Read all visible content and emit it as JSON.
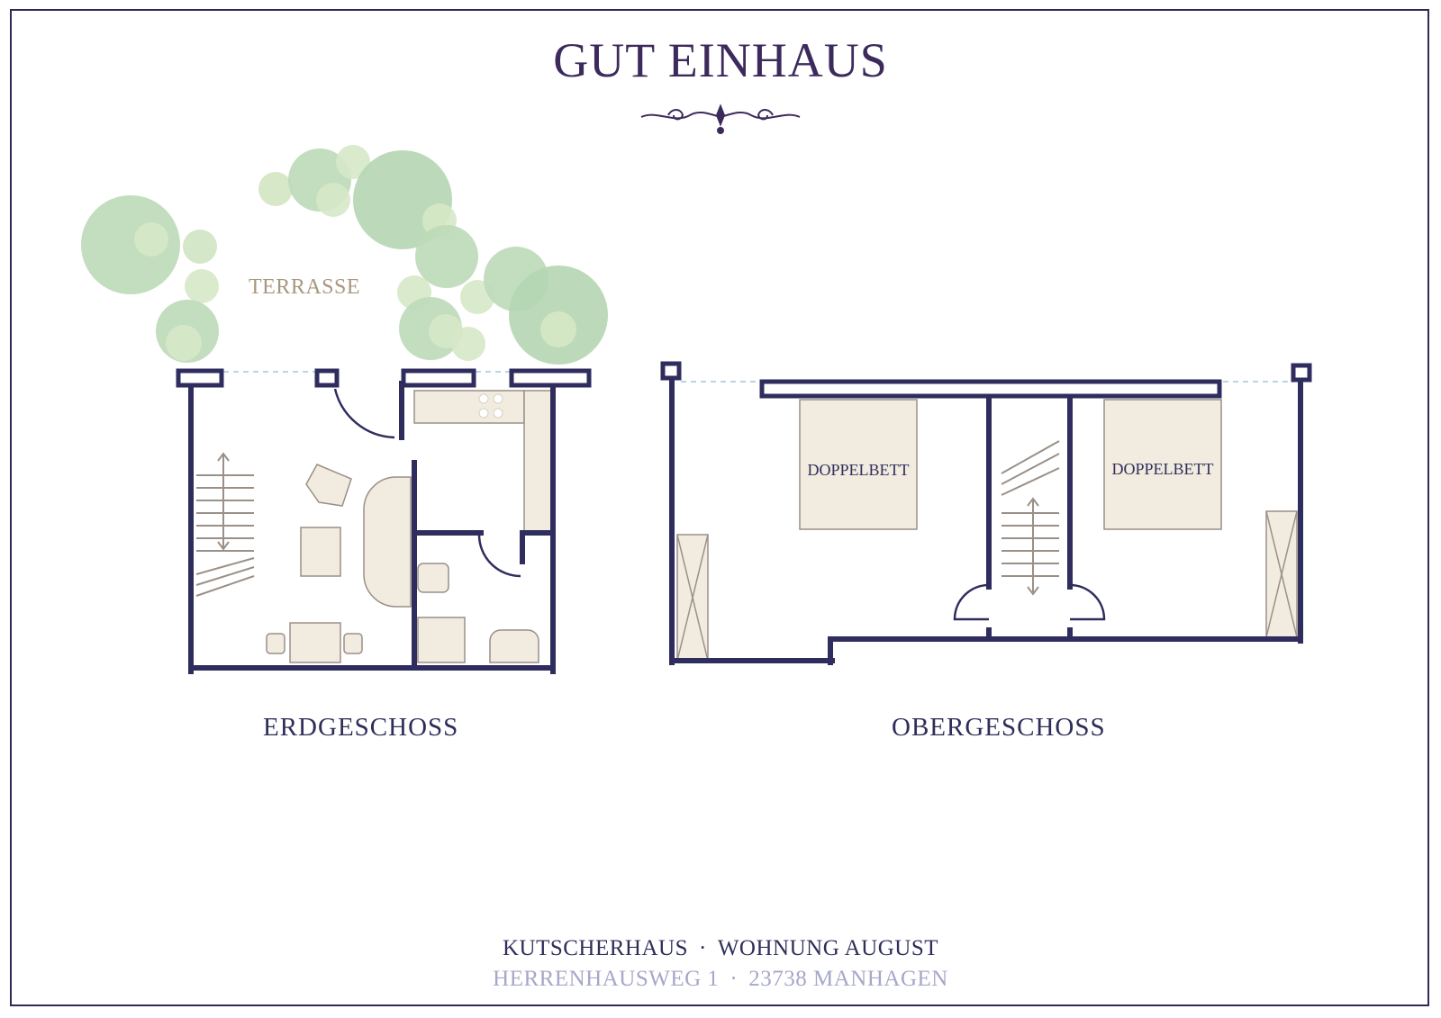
{
  "header": {
    "title": "GUT EINHAUS"
  },
  "terrace": {
    "label": "TERRASSE"
  },
  "floors": {
    "ground": {
      "label": "ERDGESCHOSS"
    },
    "upper": {
      "label": "OBERGESCHOSS",
      "bed_left": "DOPPELBETT",
      "bed_right": "DOPPELBETT"
    }
  },
  "footer": {
    "line1_left": "KUTSCHERHAUS",
    "line1_right": "WOHNUNG AUGUST",
    "line2_left": "HERRENHAUSWEG 1",
    "line2_right": "23738 MANHAGEN",
    "separator": "·"
  },
  "colors": {
    "wall": "#2f2d5e",
    "furniture_fill": "#f2ebe0",
    "furniture_stroke": "#9a9087",
    "tree_green": "#b9d9b5",
    "accent_purple": "#3d2a5c",
    "address_lavender": "#a6a7c9",
    "terrace_text": "#a8977f"
  }
}
